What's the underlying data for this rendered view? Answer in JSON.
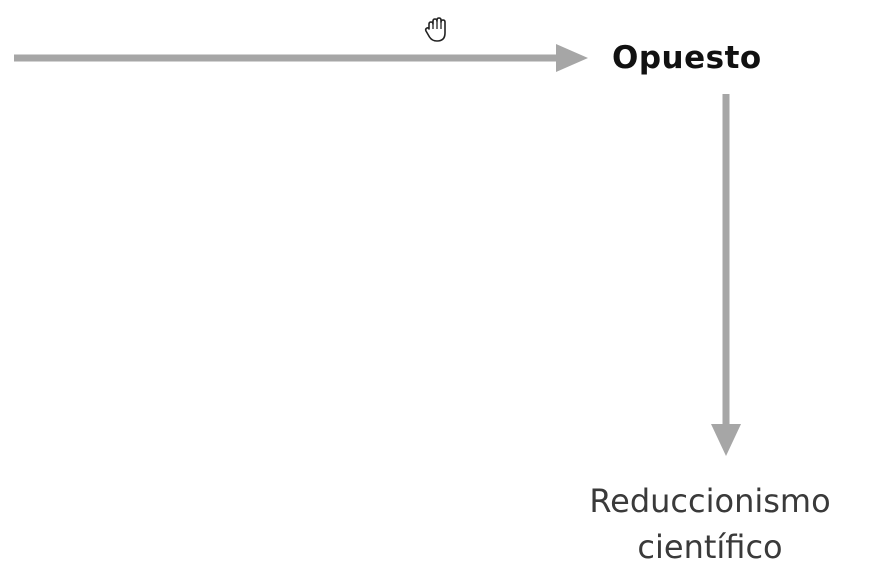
{
  "diagram": {
    "nodes": {
      "opuesto": "Opuesto",
      "reduccionismo": "Reduccionismo científico"
    },
    "edges": [
      {
        "from": "left-edge",
        "to": "opuesto"
      },
      {
        "from": "opuesto",
        "to": "reduccionismo"
      }
    ],
    "colors": {
      "arrow": "#a6a6a6",
      "primary_text": "#111111",
      "secondary_text": "#3a3a3a",
      "background": "#ffffff"
    },
    "cursor_icon": "grab-hand-icon"
  }
}
